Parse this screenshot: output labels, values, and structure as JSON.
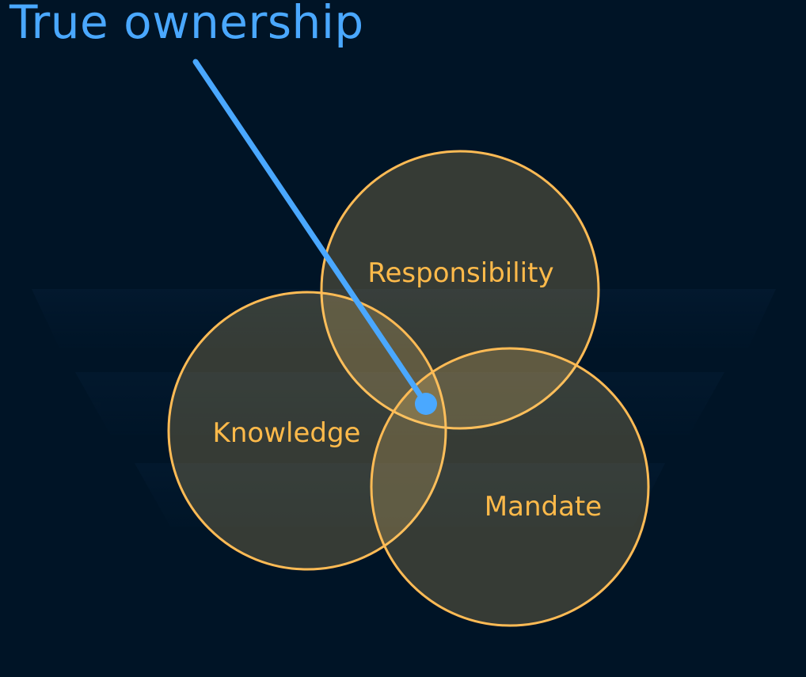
{
  "callout": {
    "title": "True ownership"
  },
  "venn": {
    "sets": [
      {
        "key": "responsibility",
        "label": "Responsibility"
      },
      {
        "key": "knowledge",
        "label": "Knowledge"
      },
      {
        "key": "mandate",
        "label": "Mandate"
      }
    ]
  },
  "colors": {
    "background": "#001426",
    "accent_blue": "#4aa8ff",
    "circle_stroke": "#ffbb55",
    "label": "#ffba4a"
  }
}
